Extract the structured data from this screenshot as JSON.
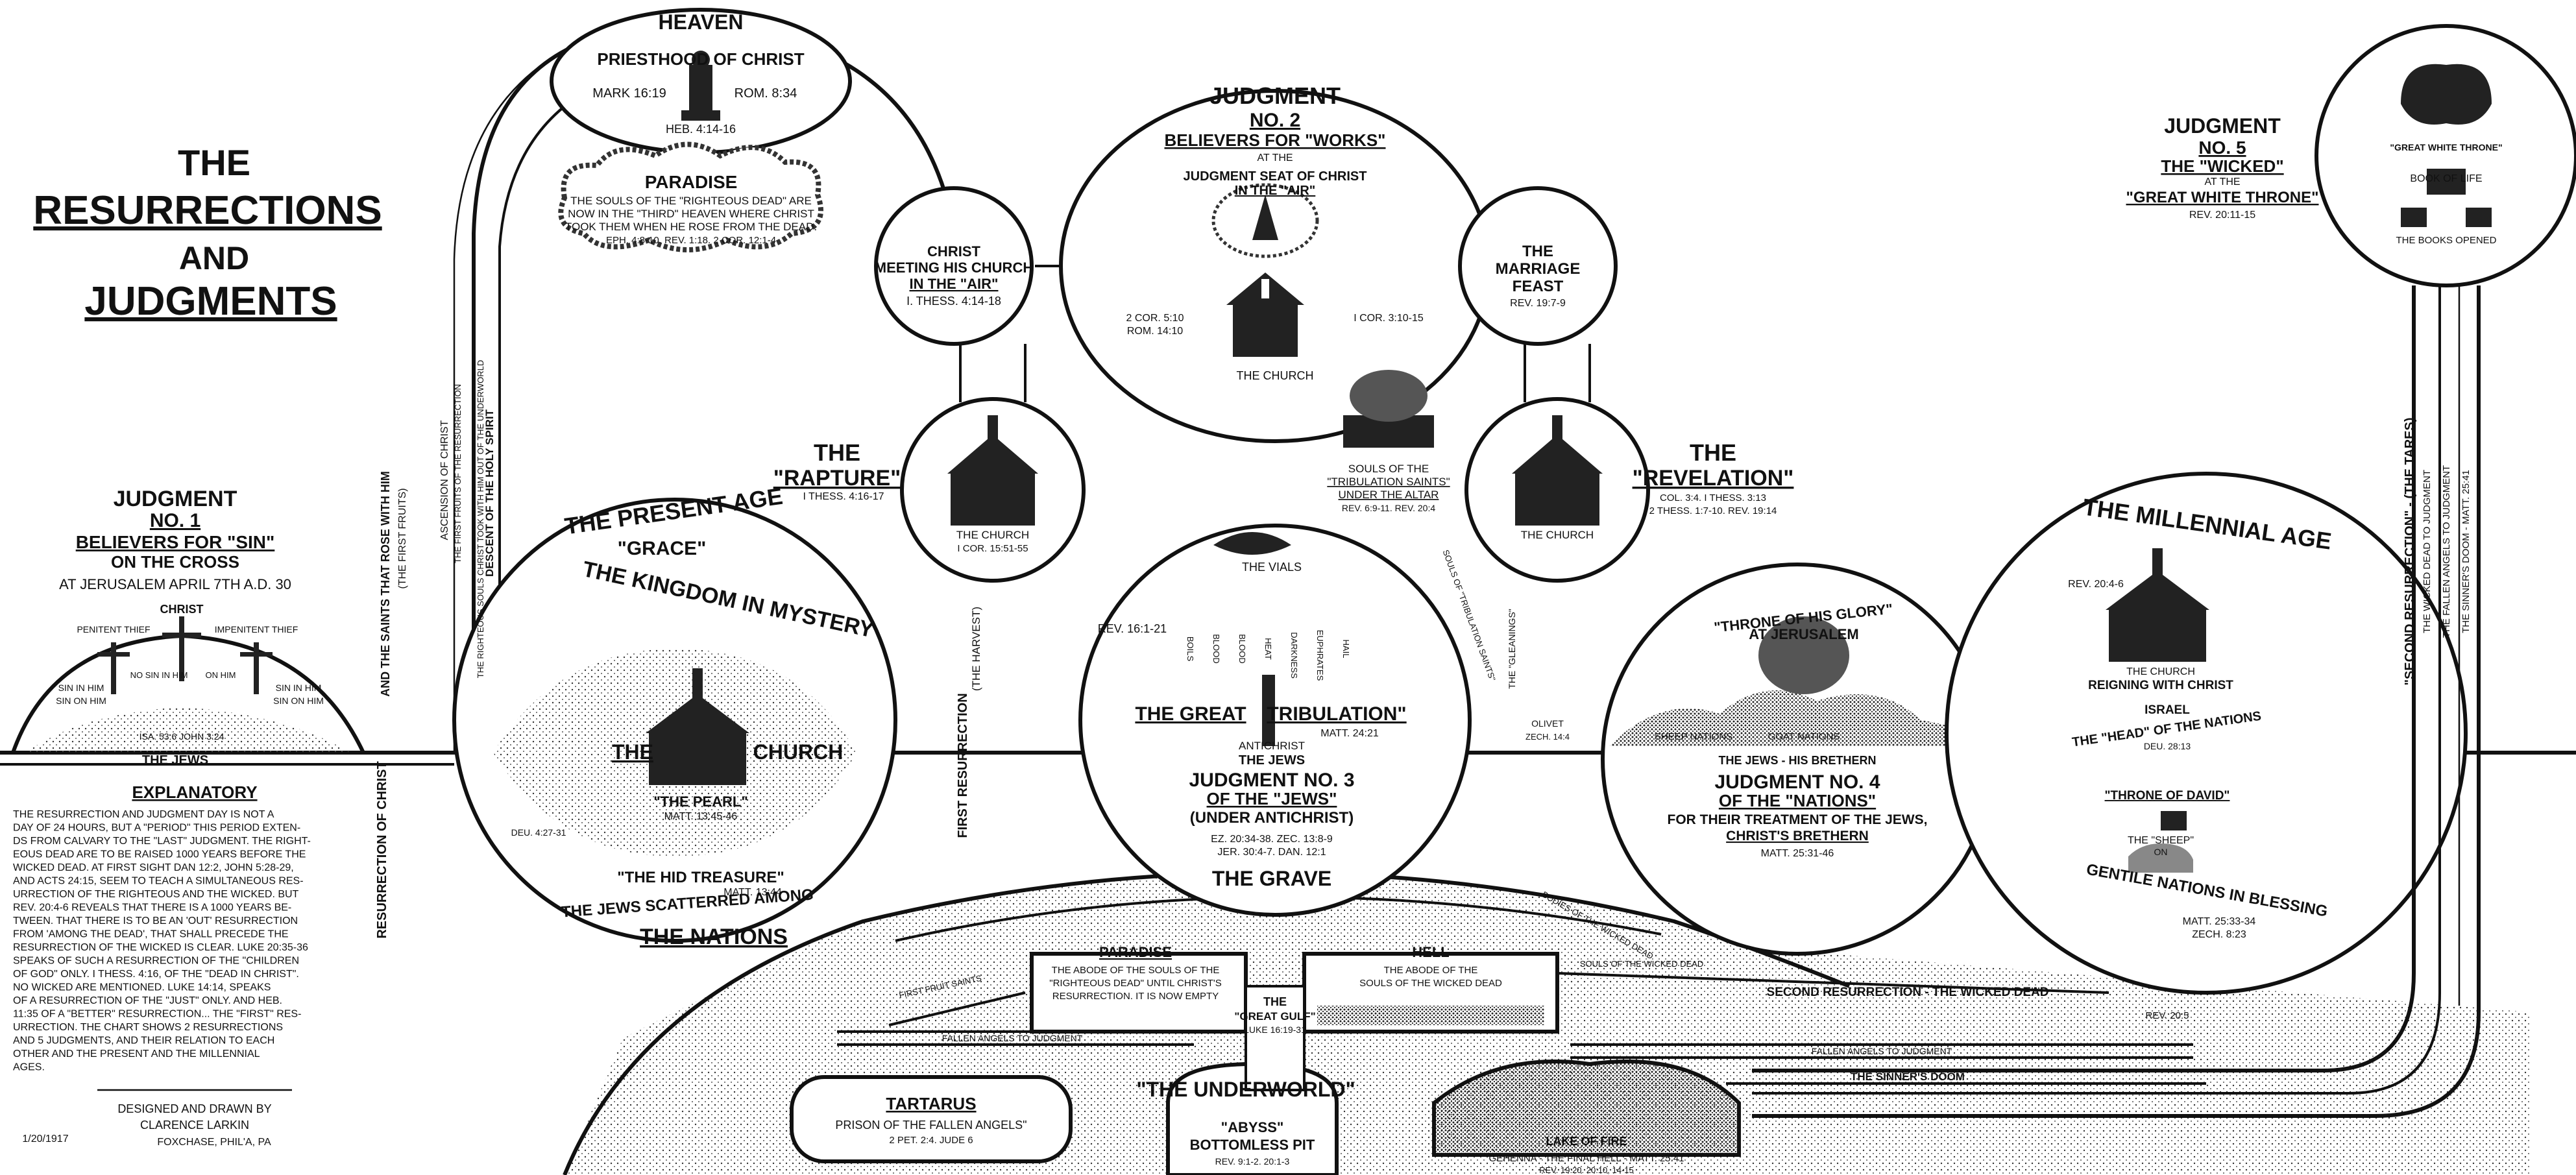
{
  "title": {
    "line1": "THE",
    "line2": "RESURRECTIONS",
    "line3": "AND",
    "line4": "JUDGMENTS"
  },
  "heaven": {
    "label": "HEAVEN",
    "priesthood": "PRIESTHOOD OF CHRIST",
    "ref_left": "MARK 16:19",
    "ref_right": "ROM. 8:34",
    "ref_bottom": "HEB. 4:14-16"
  },
  "paradise_upper": {
    "title": "PARADISE",
    "l1": "THE SOULS OF THE \"RIGHTEOUS DEAD\" ARE",
    "l2": "NOW IN THE \"THIRD\" HEAVEN WHERE CHRIST",
    "l3": "TOOK THEM WHEN HE ROSE FROM THE DEAD.",
    "l4": "EPH. 4:8-10.  REV. 1:18.  2 COR. 12:1-4"
  },
  "christ_meeting": {
    "l1": "CHRIST",
    "l2": "MEETING HIS CHURCH",
    "l3": "IN THE \"AIR\"",
    "ref": "I. THESS. 4:14-18"
  },
  "judgment2": {
    "l1": "JUDGMENT",
    "l2": "NO. 2",
    "l3": "BELIEVERS FOR \"WORKS\"",
    "l4": "AT THE",
    "l5": "JUDGMENT SEAT OF CHRIST",
    "l6": "IN THE \"AIR\"",
    "ref_left1": "2 COR. 5:10",
    "ref_left2": "ROM. 14:10",
    "ref_right": "I COR. 3:10-15",
    "church": "THE CHURCH"
  },
  "marriage": {
    "l1": "THE",
    "l2": "MARRIAGE",
    "l3": "FEAST",
    "ref": "REV. 19:7-9"
  },
  "judgment5": {
    "l1": "JUDGMENT",
    "l2": "NO. 5",
    "l3": "THE \"WICKED\"",
    "l4": "AT THE",
    "l5": "\"GREAT WHITE THRONE\"",
    "ref": "REV. 20:11-15",
    "throne": "\"GREAT WHITE THRONE\"",
    "book": "BOOK OF LIFE",
    "books": "THE BOOKS OPENED"
  },
  "judgment1": {
    "l1": "JUDGMENT",
    "l2": "NO. 1",
    "l3": "BELIEVERS FOR \"SIN\"",
    "l4": "ON THE CROSS",
    "l5": "AT JERUSALEM APRIL 7TH A.D. 30",
    "christ": "CHRIST",
    "penitent": "PENITENT THIEF",
    "impenitent": "IMPENITENT THIEF",
    "sin_in": "SIN IN HIM",
    "sin_on": "SIN ON HIM",
    "no_sin": "NO SIN IN HIM",
    "on_him": "ON HIM",
    "ref": "ISA. 53:6  JOHN 3:24",
    "jews": "THE JEWS"
  },
  "rapture": {
    "l1": "THE",
    "l2": "\"RAPTURE\"",
    "ref": "I THESS. 4:16-17",
    "church": "THE CHURCH",
    "church_ref": "I COR. 15:51-55"
  },
  "revelation": {
    "l1": "THE",
    "l2": "\"REVELATION\"",
    "ref1": "COL. 3:4.  I THESS. 3:13",
    "ref2": "2 THESS. 1:7-10.  REV. 19:14",
    "church": "THE CHURCH"
  },
  "souls_altar": {
    "l1": "SOULS OF THE",
    "l2": "\"TRIBULATION SAINTS\"",
    "l3": "UNDER THE ALTAR",
    "ref": "REV. 6:9-11.  REV. 20:4"
  },
  "present_age": {
    "title": "THE PRESENT AGE",
    "grace": "\"GRACE\"",
    "kingdom": "THE KINGDOM IN MYSTERY",
    "the": "THE",
    "church": "CHURCH",
    "pearl": "\"THE PEARL\"",
    "pearl_ref": "MATT. 13:45-46",
    "hid": "\"THE HID TREASURE\"",
    "hid_ref": "MATT. 13:44",
    "scattered": "THE JEWS SCATTERRED AMONG",
    "nations": "THE NATIONS",
    "deu": "DEU. 4:27-31"
  },
  "tribulation": {
    "vials": "THE VIALS",
    "ref": "REV. 16:1-21",
    "v1": "BOILS",
    "v2": "BLOOD",
    "v3": "BLOOD",
    "v4": "HEAT",
    "v5": "DARKNESS",
    "v6": "EUPHRATES",
    "v7": "HAIL",
    "title1": "THE GREAT",
    "title2": "TRIBULATION\"",
    "ref2": "MATT. 24:21",
    "antichrist": "ANTICHRIST",
    "jews": "THE JEWS"
  },
  "judgment3": {
    "l1": "JUDGMENT NO. 3",
    "l2": "OF THE \"JEWS\"",
    "l3": "(UNDER ANTICHRIST)",
    "ref1": "EZ. 20:34-38.  ZEC. 13:8-9",
    "ref2": "JER. 30:4-7.  DAN. 12:1"
  },
  "glory": {
    "l1": "\"THRONE OF HIS GLORY\"",
    "l2": "AT JERUSALEM",
    "sheep": "SHEEP NATIONS",
    "goat": "GOAT NATIONS",
    "olivet": "OLIVET",
    "zech": "ZECH. 14:4",
    "jews": "THE JEWS - HIS BRETHERN"
  },
  "judgment4": {
    "l1": "JUDGMENT NO. 4",
    "l2": "OF THE \"NATIONS\"",
    "l3": "FOR THEIR TREATMENT OF THE JEWS,",
    "l4": "CHRIST'S BRETHERN",
    "ref": "MATT. 25:31-46"
  },
  "millennial": {
    "title": "THE MILLENNIAL AGE",
    "ref": "REV. 20:4-6",
    "church": "THE CHURCH",
    "reigning": "REIGNING WITH CHRIST",
    "israel1": "ISRAEL",
    "israel2": "THE \"HEAD\" OF THE NATIONS",
    "deu": "DEU. 28:13",
    "david": "\"THRONE OF DAVID\"",
    "sheep1": "THE \"SHEEP\"",
    "sheep2": "ON",
    "gentile": "GENTILE NATIONS IN BLESSING",
    "ref2": "MATT. 25:33-34",
    "ref3": "ZECH. 8:23"
  },
  "grave": {
    "title": "THE GRAVE",
    "paradise": "PARADISE",
    "p1": "THE ABODE OF THE SOULS OF THE",
    "p2": "\"RIGHTEOUS DEAD\" UNTIL CHRIST'S",
    "p3": "RESURRECTION. IT IS NOW EMPTY",
    "hell": "HELL",
    "h1": "THE ABODE OF THE",
    "h2": "SOULS OF THE WICKED DEAD",
    "gulf": "THE",
    "gulf2": "\"GREAT GULF\"",
    "gulf_ref": "LUKE 16:19-31",
    "tartarus": "TARTARUS",
    "tartarus2": "PRISON OF THE FALLEN ANGELS\"",
    "tartarus_ref": "2 PET. 2:4.  JUDE 6",
    "underworld": "\"THE UNDERWORLD\"",
    "abyss1": "\"ABYSS\"",
    "abyss2": "BOTTOMLESS PIT",
    "abyss_ref": "REV. 9:1-2.  20:1-3",
    "fire1": "LAKE OF FIRE",
    "fire2": "GEHENNA - THE FINAL HELL - MATT. 25:41",
    "fire_ref": "REV. 19:20.  20:10, 14-15",
    "fallen1": "FALLEN ANGELS TO JUDGMENT",
    "fallen2": "FALLEN ANGELS TO JUDGMENT",
    "second": "SECOND RESURRECTION - THE WICKED DEAD",
    "second_ref": "REV. 20:5",
    "sinners": "THE SINNER'S DOOM",
    "first_saints": "FIRST FRUIT SAINTS",
    "bodies_wicked": "BODIES OF THE WICKED DEAD",
    "souls_wicked": "SOULS OF THE WICKED DEAD"
  },
  "paths": {
    "descent": "DESCENT OF THE HOLY SPIRIT",
    "ascension": "ASCENSION OF CHRIST",
    "first_fruits": "THE FIRST FRUITS OF THE RESURRECTION",
    "righteous": "THE RIGHTEOUS SOULS CHRIST TOOK WITH HIM OUT OF THE UNDERWORLD",
    "saints_rose": "AND THE SAINTS THAT ROSE WITH HIM",
    "first_fruits2": "(THE FIRST FRUITS)",
    "resurrection_christ": "RESURRECTION OF CHRIST",
    "first_res": "FIRST RESURRECTION",
    "harvest": "(THE HARVEST)",
    "second_res": "\"SECOND RESURRECTION\" - (THE TARES)",
    "wicked_dead": "THE WICKED DEAD TO JUDGMENT",
    "fallen_angels": "THE FALLEN ANGELS TO JUDGMENT",
    "sinners_doom": "THE SINNER'S DOOM - MATT. 25:41",
    "trib_saints": "SOULS OF \"TRIBULATION SAINTS\"",
    "gleanings": "THE \"GLEANINGS\""
  },
  "explanatory": {
    "title": "EXPLANATORY",
    "lines": [
      "THE RESURRECTION AND JUDGMENT DAY IS NOT A",
      "DAY OF 24 HOURS, BUT A \"PERIOD\" THIS PERIOD EXTEN-",
      "DS FROM CALVARY TO THE \"LAST\" JUDGMENT. THE RIGHT-",
      "EOUS DEAD ARE TO BE RAISED 1000 YEARS BEFORE THE",
      "WICKED DEAD. AT FIRST SIGHT DAN 12:2, JOHN 5:28-29,",
      "AND ACTS 24:15, SEEM TO TEACH A SIMULTANEOUS RES-",
      "URRECTION OF THE RIGHTEOUS AND THE WICKED. BUT",
      "REV. 20:4-6 REVEALS THAT THERE IS A 1000 YEARS BE-",
      "TWEEN. THAT THERE IS TO BE AN 'OUT' RESURRECTION",
      "FROM 'AMONG THE DEAD', THAT SHALL PRECEDE THE",
      "RESURRECTION OF THE WICKED IS CLEAR. LUKE 20:35-36",
      "SPEAKS OF SUCH A RESURRECTION OF THE \"CHILDREN",
      "OF GOD\" ONLY. I THESS. 4:16, OF THE \"DEAD IN CHRIST\".",
      "NO WICKED ARE MENTIONED. LUKE 14:14, SPEAKS",
      "OF A RESURRECTION OF THE \"JUST\" ONLY. AND HEB.",
      "11:35 OF A \"BETTER\" RESURRECTION... THE \"FIRST\" RES-",
      "URRECTION. THE CHART SHOWS 2 RESURRECTIONS",
      "AND 5 JUDGMENTS, AND THEIR RELATION TO EACH",
      "OTHER AND THE PRESENT AND THE MILLENNIAL",
      "AGES."
    ],
    "designed": "DESIGNED AND DRAWN BY",
    "author": "CLARENCE LARKIN",
    "place": "FOXCHASE, PHIL'A, PA",
    "date": "1/20/1917"
  }
}
